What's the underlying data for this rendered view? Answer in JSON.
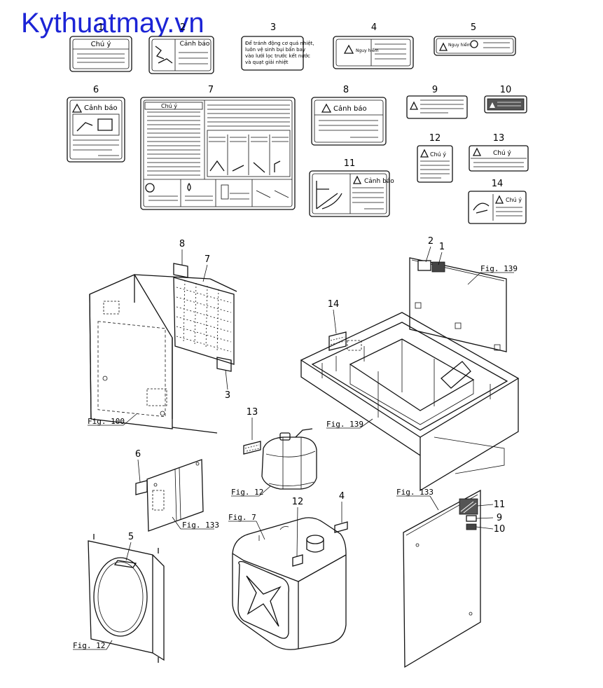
{
  "watermark": "Kythuatmay.vn",
  "accent_color": "#1c24d6",
  "decals": [
    {
      "num": "1",
      "title": "Chú ý"
    },
    {
      "num": "2",
      "title": "Cảnh báo"
    },
    {
      "num": "3",
      "lines": [
        "Để tránh động cơ quá nhiệt,",
        "luôn vệ sinh bụi bẩn bay",
        "vào lưới lọc trước kết nước",
        "và quạt giải nhiệt"
      ]
    },
    {
      "num": "4",
      "title": "Nguy hiểm"
    },
    {
      "num": "5",
      "title": "Nguy hiểm"
    },
    {
      "num": "6",
      "title": "Cảnh báo"
    },
    {
      "num": "7",
      "title": "Chú ý"
    },
    {
      "num": "8",
      "title": "Cảnh báo"
    },
    {
      "num": "9"
    },
    {
      "num": "10"
    },
    {
      "num": "11",
      "title": "Cảnh báo"
    },
    {
      "num": "12",
      "title": "Chú ý"
    },
    {
      "num": "13",
      "title": "Chú ý"
    },
    {
      "num": "14",
      "title": "Chú ý"
    }
  ],
  "callouts": {
    "c8": "8",
    "c7": "7",
    "c3": "3",
    "c2": "2",
    "c1": "1",
    "c14": "14",
    "c13": "13",
    "c6": "6",
    "c5": "5",
    "c12": "12",
    "c4": "4",
    "c11": "11",
    "c9": "9",
    "c10": "10"
  },
  "figs": {
    "f100": "Fig. 100",
    "f139a": "Fig. 139",
    "f139b": "Fig. 139",
    "f12a": "Fig. 12",
    "f133a": "Fig. 133",
    "f7": "Fig. 7",
    "f133b": "Fig. 133",
    "f12b": "Fig. 12"
  }
}
